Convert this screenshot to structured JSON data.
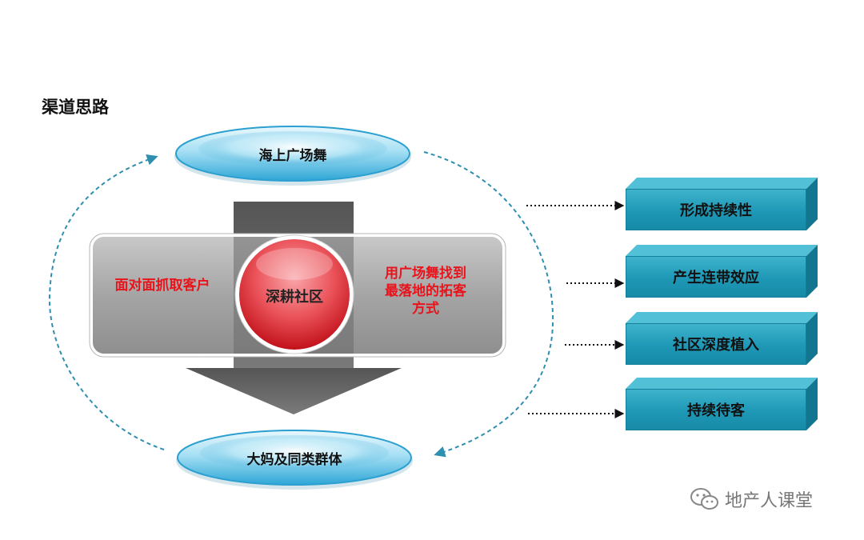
{
  "title": "渠道思路",
  "top_ellipse": "海上广场舞",
  "bottom_ellipse": "大妈及同类群体",
  "left_text": "面对面抓取客户",
  "right_text_lines": [
    "用广场舞找到",
    "最落地的拓客",
    "方式"
  ],
  "center_circle": "深耕社区",
  "boxes": [
    "形成持续性",
    "产生连带效应",
    "社区深度植入",
    "持续待客"
  ],
  "watermark": "地产人课堂",
  "colors": {
    "accent_red": "#e8131b",
    "teal": "#1e98b6",
    "ellipse": "#3bb3e0"
  }
}
